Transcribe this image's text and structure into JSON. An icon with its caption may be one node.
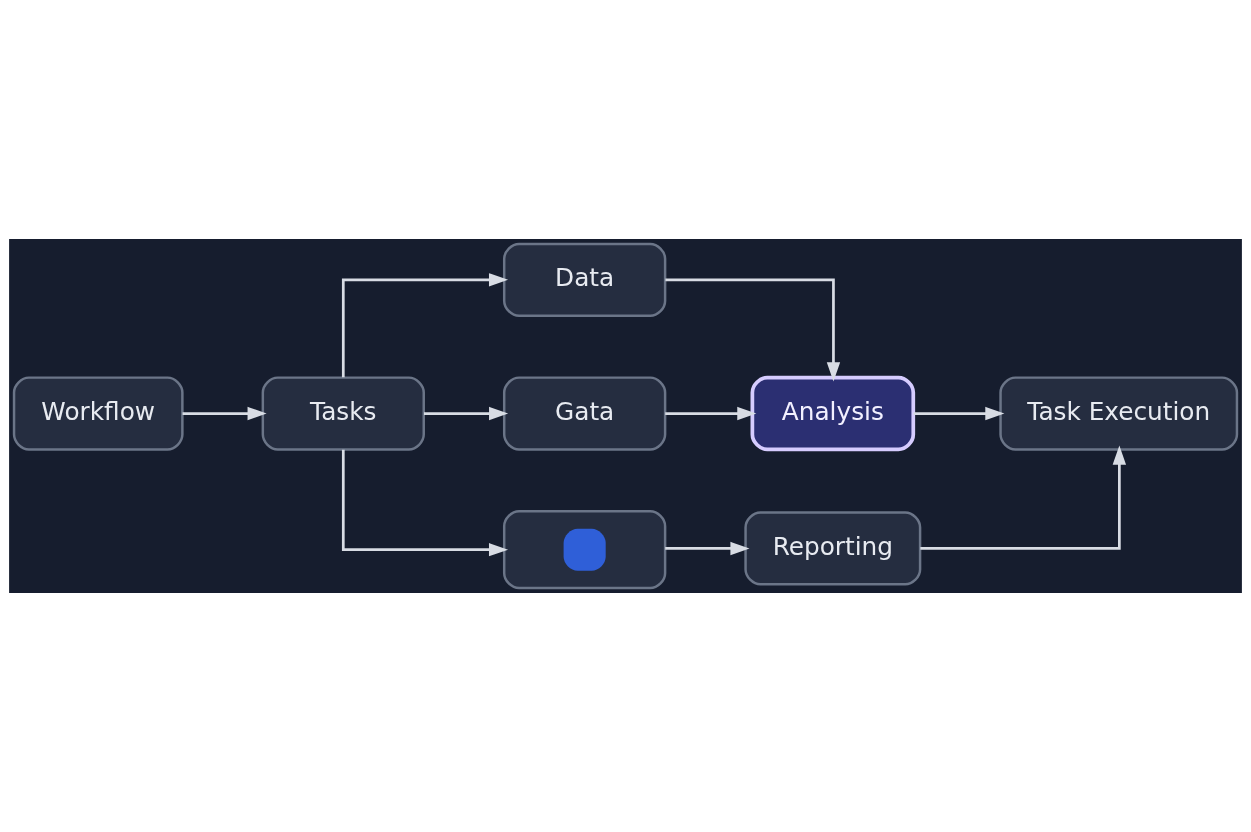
{
  "diagram": {
    "nodes": [
      {
        "text": [
          "Workflow"
        ]
      },
      {
        "text": [
          "Tasks"
        ]
      },
      {
        "text": [
          "Data"
        ]
      },
      {
        "text": [
          "Gata"
        ]
      },
      {
        "text": [],
        "shape": "box"
      },
      {
        "text": [
          "Analysis"
        ]
      },
      {
        "text": [
          "Reporting"
        ]
      },
      {
        "text": [
          "Task Execution"
        ]
      }
    ],
    "edges": [
      {
        "from": 0,
        "to": 1,
        "arrow": "to"
      },
      {
        "from": 1,
        "to": 2,
        "arrow": "to"
      },
      {
        "from": 1,
        "to": 3,
        "arrow": "to"
      },
      {
        "from": 1,
        "to": 4,
        "arrow": "to"
      },
      {
        "from": 2,
        "to": 5,
        "arrow": "to"
      },
      {
        "from": 3,
        "to": 5,
        "arrow": "to"
      },
      {
        "from": 5,
        "to": 7,
        "arrow": "to"
      },
      {
        "from": 4,
        "to": 6,
        "arrow": "to"
      },
      {
        "from": 6,
        "to": 7,
        "arrow": "to"
      }
    ]
  }
}
